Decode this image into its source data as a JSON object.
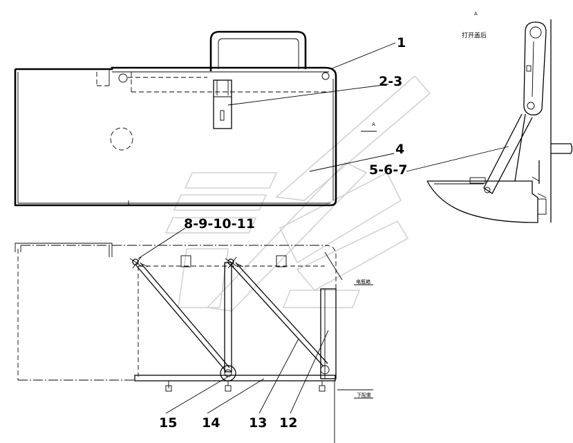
{
  "callouts": {
    "c1": "1",
    "c2_3": "2-3",
    "c4": "4",
    "c5_6_7": "5-6-7",
    "c8_9_10_11": "8-9-10-11",
    "c12": "12",
    "c13": "13",
    "c14": "14",
    "c15": "15"
  },
  "detail_view": {
    "label": "A",
    "title": "打开盖后"
  },
  "section_marker": "A",
  "notes": {
    "right_upper": "电瓶箱",
    "right_lower": "下配重"
  }
}
